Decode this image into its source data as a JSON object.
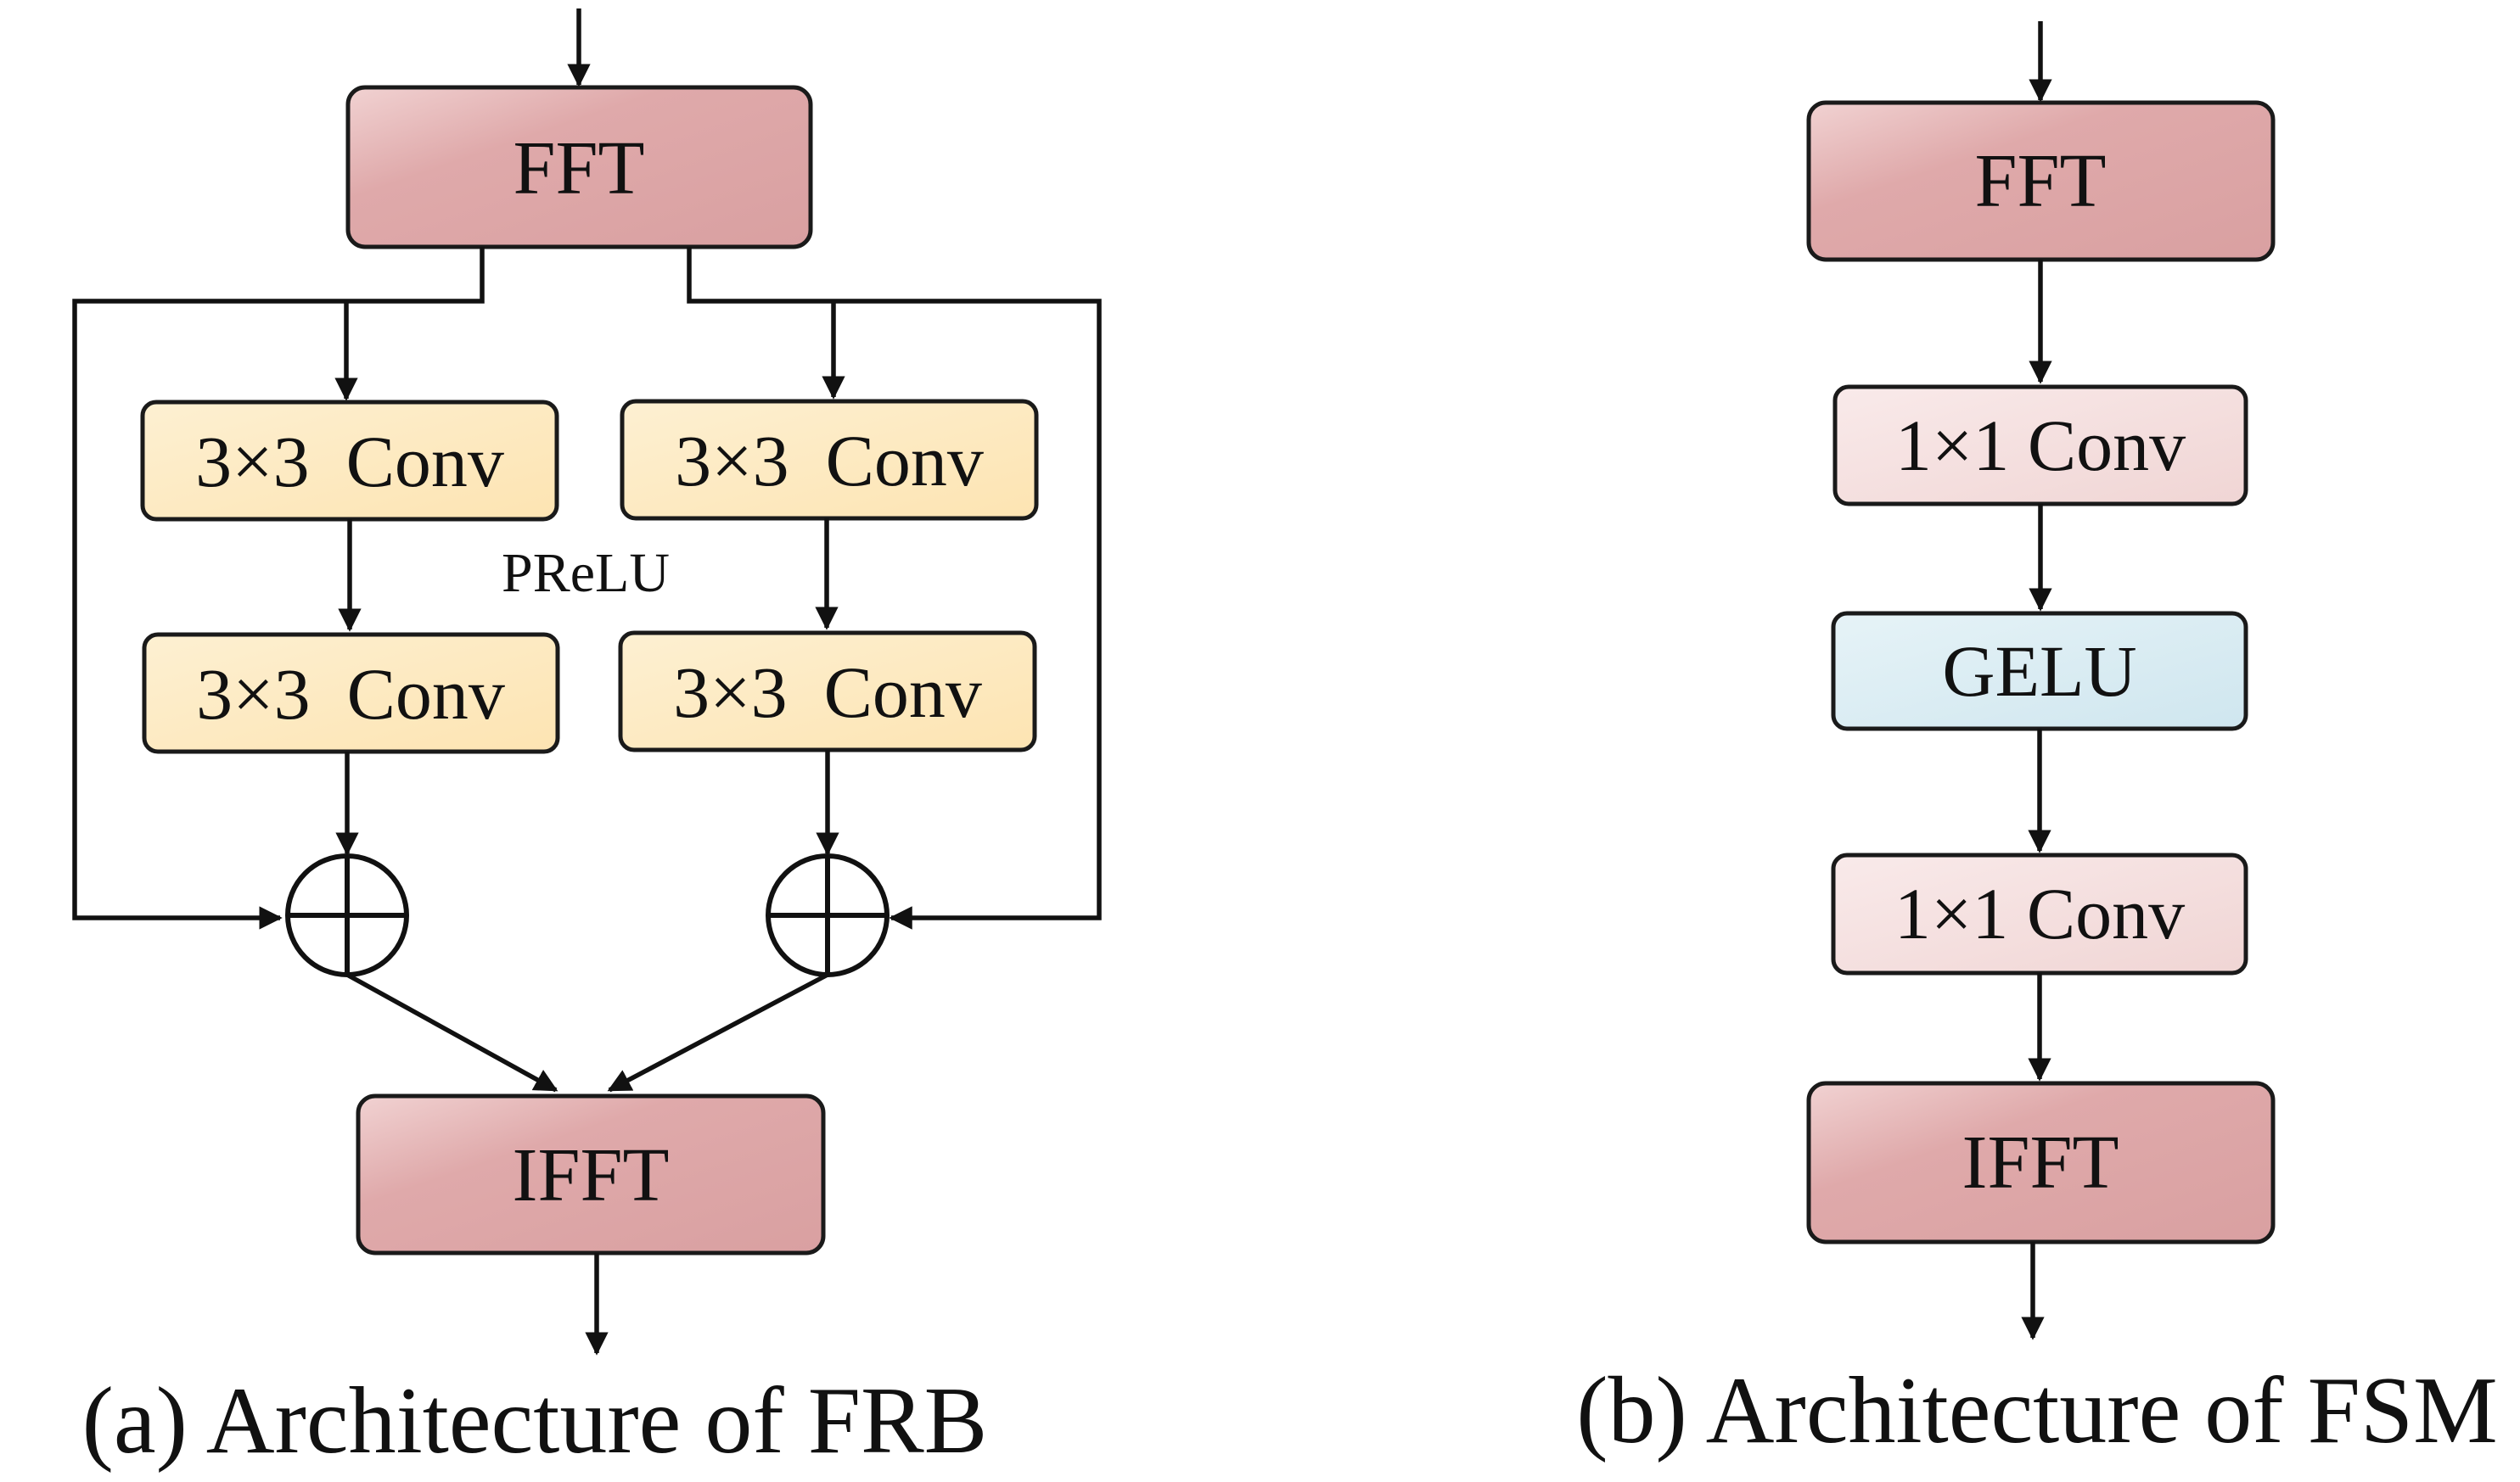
{
  "colors": {
    "fft_box": "#dca3a4",
    "conv3_box": "#fde7b9",
    "conv1_box": "#f3dcdb",
    "gelu_box": "#d9ecf3",
    "line": "#111111"
  },
  "frb": {
    "fft": "FFT",
    "conv_top_left": "3×3  Conv",
    "conv_top_right": "3×3  Conv",
    "activation": "PReLU",
    "conv_bottom_left": "3×3  Conv",
    "conv_bottom_right": "3×3  Conv",
    "ifft": "IFFT",
    "caption": "(a) Architecture of FRB"
  },
  "fsm": {
    "fft": "FFT",
    "conv_1": "1×1 Conv",
    "activation": "GELU",
    "conv_2": "1×1 Conv",
    "ifft": "IFFT",
    "caption": "(b) Architecture of FSM"
  }
}
